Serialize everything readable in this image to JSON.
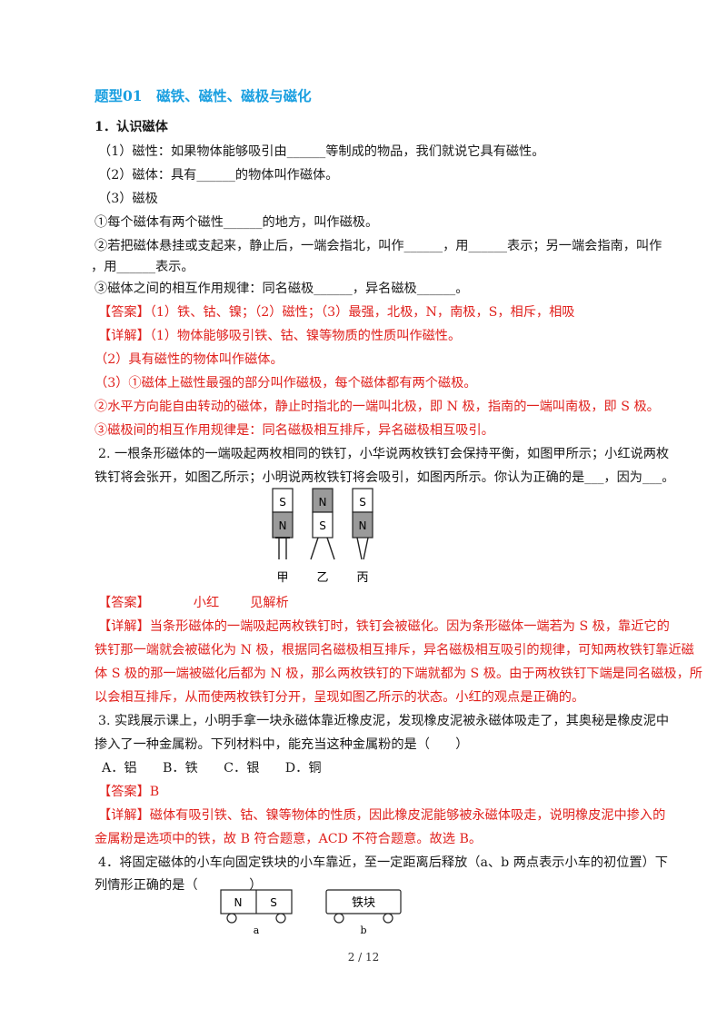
{
  "section_title": "题型01　磁铁、磁性、磁极与磁化",
  "q1": {
    "heading": "1．认识磁体",
    "lines": [
      "（1）磁性：如果物体能够吸引由______等制成的物品，我们就说它具有磁性。",
      "（2）磁体：具有______的物体叫作磁体。",
      "（3）磁极",
      "①每个磁体有两个磁性______的地方，叫作磁极。",
      "②若把磁体悬挂或支起来，静止后，一端会指北，叫作______，用______表示；另一端会指南，叫作",
      "，用______表示。",
      "③磁体之间的相互作用规律：同名磁极______，异名磁极______。"
    ],
    "answer": "【答案】（1）铁、钴、镍；（2）磁性；（3）最强，北极，N，南极，S，相斥，相吸",
    "detail": [
      "【详解】（1）物体能够吸引铁、钴、镍等物质的性质叫作磁性。",
      "（2）具有磁性的物体叫作磁体。",
      "（3）①磁体上磁性最强的部分叫作磁极，每个磁体都有两个磁极。",
      "②水平方向能自由转动的磁体，静止时指北的一端叫北极，即 N 极，指南的一端叫南极，即 S 极。",
      "③磁极间的相互作用规律是：同名磁极相互排斥，异名磁极相互吸引。"
    ]
  },
  "q2": {
    "lines": [
      "2. 一根条形磁体的一端吸起两枚相同的铁钉，小华说两枚铁钉会保持平衡，如图甲所示；小红说两枚",
      "铁钉将会张开，如图乙所示；小明说两枚铁钉将会吸引，如图丙所示。你认为正确的是___，因为___。"
    ],
    "figure": {
      "magnets": [
        {
          "top": "S",
          "bottom": "N",
          "label": "甲"
        },
        {
          "top": "N",
          "bottom": "S",
          "label": "乙"
        },
        {
          "top": "S",
          "bottom": "N",
          "label": "丙"
        }
      ]
    },
    "answer_tag": "【答案】",
    "answer_value": "小红",
    "answer_note": "见解析",
    "detail": [
      "【详解】当条形磁体的一端吸起两枚铁钉时，铁钉会被磁化。因为条形磁体一端若为 S 极，靠近它的",
      "铁钉那一端就会被磁化为 N 极，根据同名磁极相互排斥，异名磁极相互吸引的规律，可知两枚铁钉靠近磁",
      "体 S 极的那一端被磁化后都为 N 极，那么两枚铁钉的下端就都为 S 极。由于两枚铁钉下端是同名磁极，所",
      "以会相互排斥，从而使两枚铁钉分开，呈现如图乙所示的状态。小红的观点是正确的。"
    ]
  },
  "q3": {
    "lines": [
      "3. 实践展示课上，小明手拿一块永磁体靠近橡皮泥，发现橡皮泥被永磁体吸走了，其奥秘是橡皮泥中",
      "掺入了一种金属粉。下列材料中，能充当这种金属粉的是（　　）"
    ],
    "options": "A．铝　　B．铁　　C．银　　D．铜",
    "answer": "【答案】B",
    "detail": [
      "【详解】磁体有吸引铁、钴、镍等物体的性质，因此橡皮泥能够被永磁体吸走，说明橡皮泥中掺入的",
      "金属粉是选项中的铁，故 B 符合题意，ACD 不符合题意。故选 B。"
    ]
  },
  "q4": {
    "lines": [
      "4．将固定磁体的小车向固定铁块的小车靠近，至一定距离后释放（a、b 两点表示小车的初位置）下",
      "列情形正确的是（　　　　）"
    ],
    "figure": {
      "cart_a": {
        "left": "N",
        "right": "S",
        "label": "a"
      },
      "cart_b": {
        "text": "铁块",
        "label": "b"
      }
    }
  },
  "page_number": "2 / 12"
}
